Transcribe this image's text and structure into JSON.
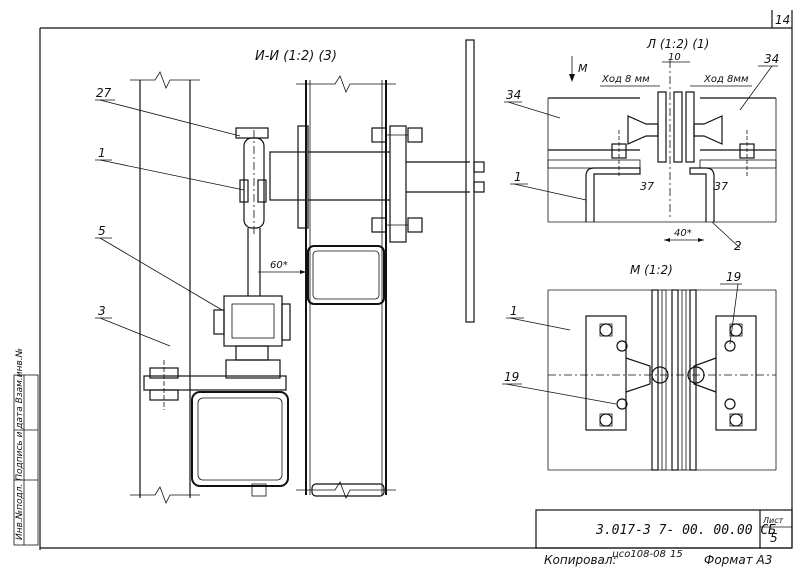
{
  "sheet": {
    "page_number": "14",
    "document_code": "3.017-3 7- 00. 00.00 СБ",
    "sheet_label": "Лист",
    "sheet_number": "5",
    "copied_label": "Копировал:",
    "archive_number": "цсо108-08",
    "archive_sheet": "15",
    "format": "Формат А3",
    "side_stamp": "Инв.№подл. Подпись и дата Взам.инв.№"
  },
  "views": {
    "section_ii": {
      "title": "И-И (1:2) (3)"
    },
    "detail_l": {
      "title": "Л (1:2) (1)",
      "view_arrow": "М"
    },
    "view_m": {
      "title": "М (1:2)"
    }
  },
  "callouts": {
    "c27": "27",
    "c1a": "1",
    "c5": "5",
    "c3": "3",
    "c34a": "34",
    "c34b": "34",
    "c1b": "1",
    "c37a": "37",
    "c37b": "37",
    "c2": "2",
    "c1c": "1",
    "c19a": "19",
    "c19b": "19"
  },
  "dimensions": {
    "d60": "60*",
    "d10": "10",
    "stroke_left": "Ход 8 мм",
    "stroke_right": "Ход 8мм",
    "d40": "40*"
  }
}
